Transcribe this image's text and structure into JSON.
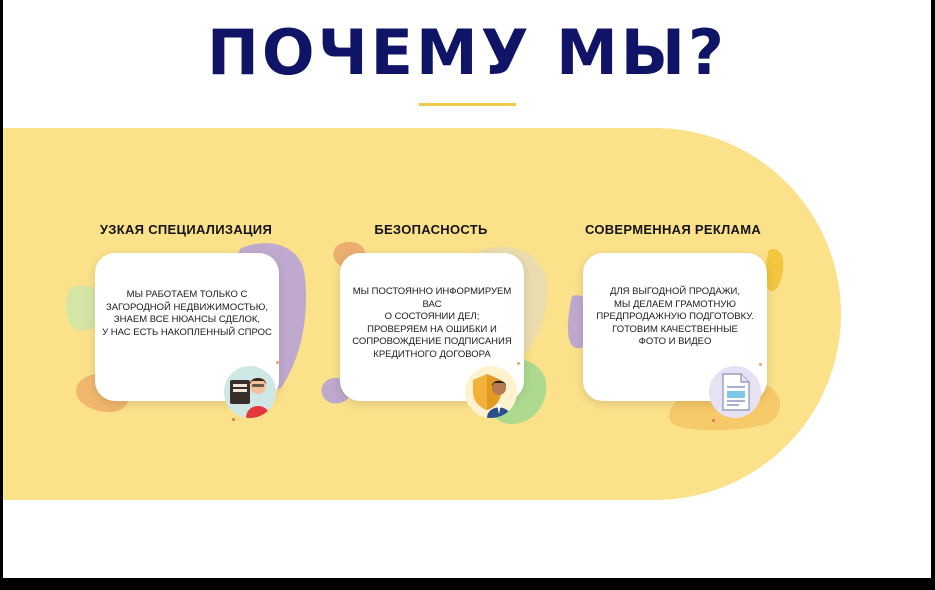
{
  "title": "ПОЧЕМУ МЫ?",
  "colors": {
    "title": "#0f1466",
    "accent_rule": "#f2c94c",
    "band": "#fbe18a"
  },
  "features": [
    {
      "title": "УЗКАЯ СПЕЦИАЛИЗАЦИЯ",
      "text": "МЫ РАБОТАЕМ ТОЛЬКО С\nЗАГОРОДНОЙ НЕДВИЖИМОСТЬЮ,\nЗНАЕМ ВСЕ НЮАНСЫ СДЕЛОК,\nУ НАС ЕСТЬ НАКОПЛЕННЫЙ СПРОС",
      "icon": "man-with-laptop-icon"
    },
    {
      "title": "БЕЗОПАСНОСТЬ",
      "text": "МЫ ПОСТОЯННО ИНФОРМИРУЕМ ВАС\nО СОСТОЯНИИ ДЕЛ;\nПРОВЕРЯЕМ НА ОШИБКИ И\nСОПРОВОЖДЕНИЕ ПОДПИСАНИЯ\nКРЕДИТНОГО ДОГОВОРА",
      "icon": "man-with-shield-icon"
    },
    {
      "title": "СОВЕРМЕННАЯ РЕКЛАМА",
      "text": "ДЛЯ ВЫГОДНОЙ ПРОДАЖИ,\nМЫ ДЕЛАЕМ ГРАМОТНУЮ\nПРЕДПРОДАЖНУЮ ПОДГОТОВКУ.\nГОТОВИМ КАЧЕСТВЕННЫЕ\nФОТО И ВИДЕО",
      "icon": "document-icon"
    }
  ]
}
